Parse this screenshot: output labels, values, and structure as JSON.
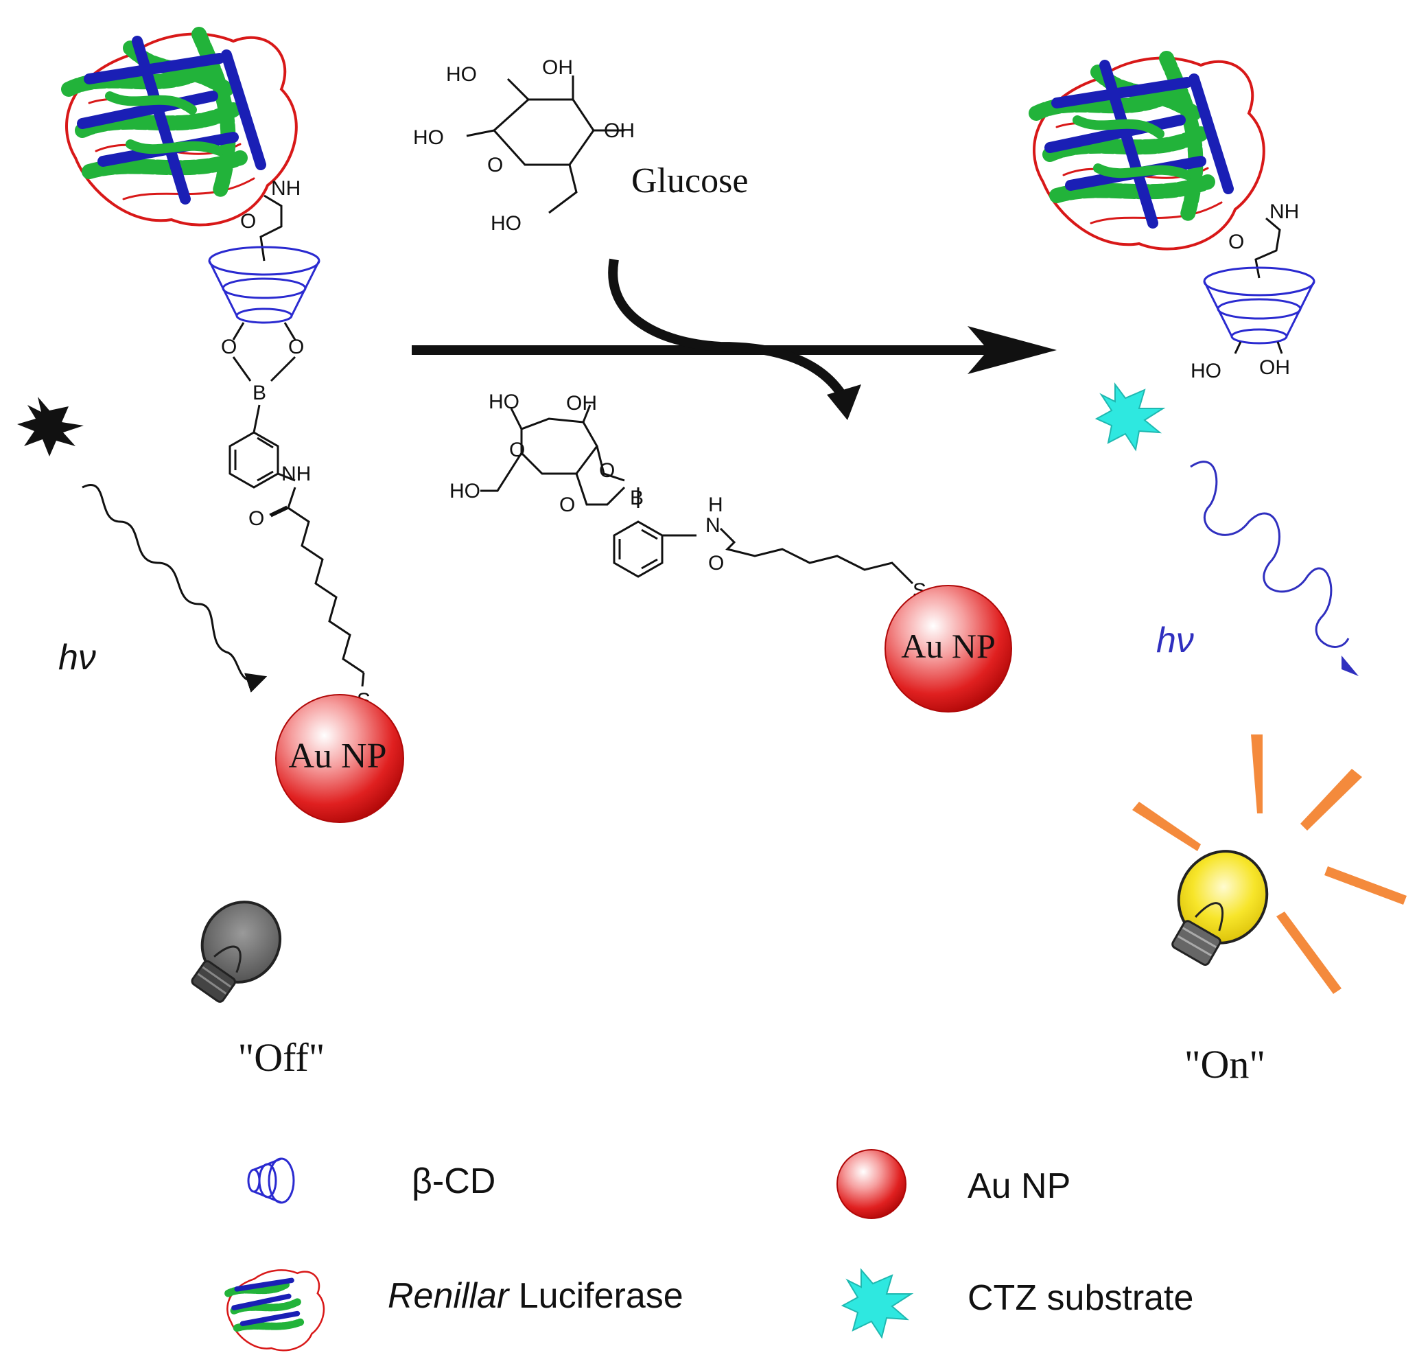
{
  "glucose_label": "Glucose",
  "state_off": "\"Off\"",
  "state_on": "\"On\"",
  "photon_label": "hν",
  "nanoparticle_label": "Au NP",
  "atoms": {
    "HO": "HO",
    "OH": "OH",
    "O": "O",
    "NH": "NH",
    "N": "N",
    "H": "H",
    "B": "B",
    "S": "S"
  },
  "legend": {
    "cd_label": "β-CD",
    "aunp_label": "Au NP",
    "luciferase_italic": "Renillar",
    "luciferase_rest": " Luciferase",
    "ctz_label": "CTZ substrate"
  },
  "colors": {
    "helix": "#22b33a",
    "sheet": "#1a1fb5",
    "loop": "#d81818",
    "cyclodextrin": "#2a2ad0",
    "aunp": "#e01818",
    "ctz": "#2ee8e0",
    "bulb_on": "#f5e21a",
    "bulb_off": "#6b6b6b",
    "rays": "#f48a3c",
    "photon_on": "#2f2fbf"
  }
}
